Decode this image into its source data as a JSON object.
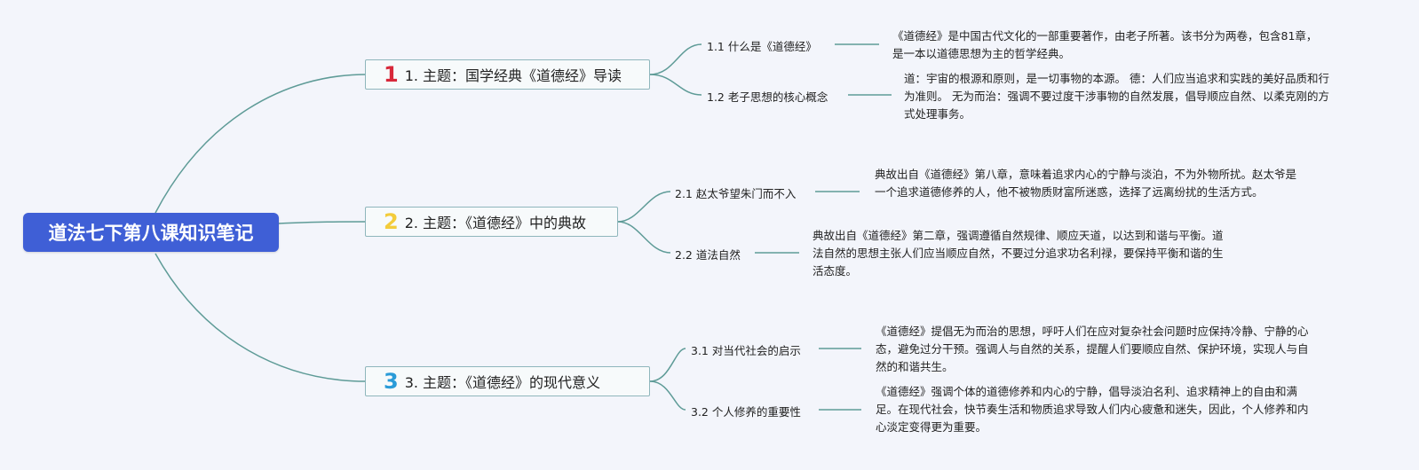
{
  "root": {
    "title": "道法七下第八课知识笔记"
  },
  "topics": [
    {
      "badge": "1",
      "badge_color": "#d8283a",
      "title": "1. 主题：国学经典《道德经》导读",
      "subs": [
        {
          "label": "1.1 什么是《道德经》",
          "note": "《道德经》是中国古代文化的一部重要著作，由老子所著。该书分为两卷，包含81章，是一本以道德思想为主的哲学经典。"
        },
        {
          "label": "1.2 老子思想的核心概念",
          "note": "道：宇宙的根源和原则，是一切事物的本源。 德：人们应当追求和实践的美好品质和行为准则。 无为而治：强调不要过度干涉事物的自然发展，倡导顺应自然、以柔克刚的方式处理事务。"
        }
      ]
    },
    {
      "badge": "2",
      "badge_color": "#f3cc3b",
      "title": "2. 主题：《道德经》中的典故",
      "subs": [
        {
          "label": "2.1 赵太爷望朱门而不入",
          "note": "典故出自《道德经》第八章，意味着追求内心的宁静与淡泊，不为外物所扰。赵太爷是一个追求道德修养的人，他不被物质财富所迷惑，选择了远离纷扰的生活方式。"
        },
        {
          "label": "2.2 道法自然",
          "note": "典故出自《道德经》第二章，强调遵循自然规律、顺应天道，以达到和谐与平衡。道法自然的思想主张人们应当顺应自然，不要过分追求功名利禄，要保持平衡和谐的生活态度。"
        }
      ]
    },
    {
      "badge": "3",
      "badge_color": "#2a9bd8",
      "title": "3. 主题：《道德经》的现代意义",
      "subs": [
        {
          "label": "3.1 对当代社会的启示",
          "note": "《道德经》提倡无为而治的思想，呼吁人们在应对复杂社会问题时应保持冷静、宁静的心态，避免过分干预。强调人与自然的关系，提醒人们要顺应自然、保护环境，实现人与自然的和谐共生。"
        },
        {
          "label": "3.2 个人修养的重要性",
          "note": "《道德经》强调个体的道德修养和内心的宁静，倡导淡泊名利、追求精神上的自由和满足。在现代社会，快节奏生活和物质追求导致人们内心疲惫和迷失，因此，个人修养和内心淡定变得更为重要。"
        }
      ]
    }
  ],
  "colors": {
    "root_bg": "#3f5fd6",
    "link": "#5e9b97",
    "topic_border": "#8fb6bc",
    "background": "#f3f5fb"
  }
}
